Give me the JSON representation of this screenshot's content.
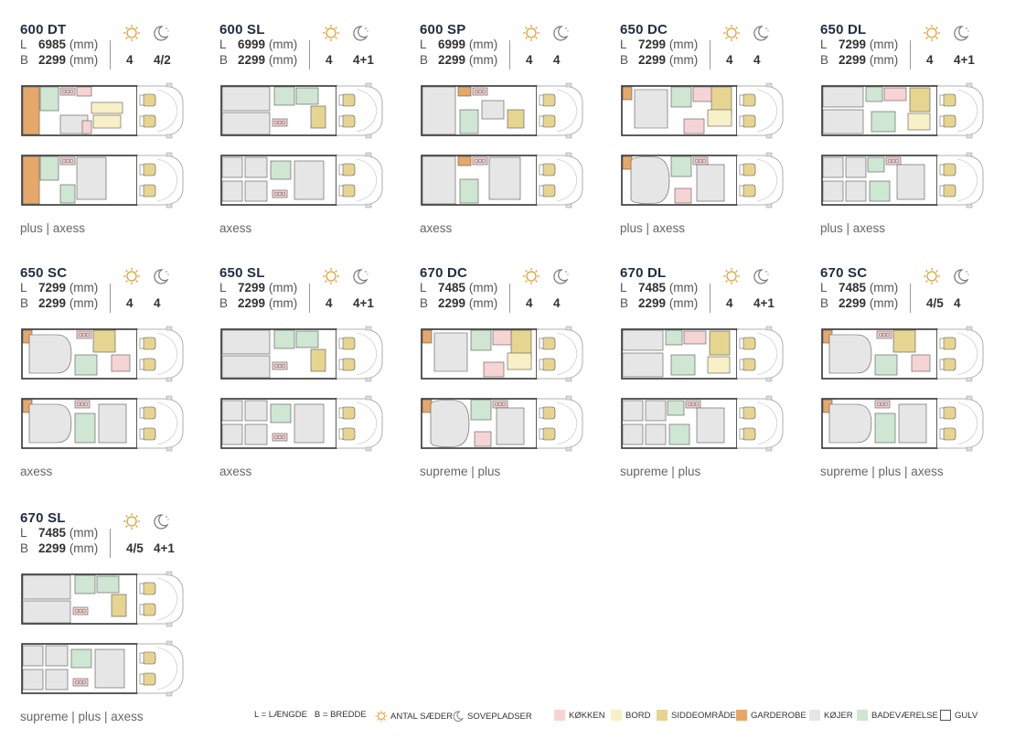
{
  "models": [
    {
      "name": "600 DT",
      "length": "6985",
      "width": "2299",
      "unit": "(mm)",
      "seats": "4",
      "beds": "4/2",
      "variants": "plus | axess",
      "layout": "dt"
    },
    {
      "name": "600 SL",
      "length": "6999",
      "width": "2299",
      "unit": "(mm)",
      "seats": "4",
      "beds": "4+1",
      "variants": "axess",
      "layout": "sl"
    },
    {
      "name": "600 SP",
      "length": "6999",
      "width": "2299",
      "unit": "(mm)",
      "seats": "4",
      "beds": "4",
      "variants": "axess",
      "layout": "sp"
    },
    {
      "name": "650 DC",
      "length": "7299",
      "width": "2299",
      "unit": "(mm)",
      "seats": "4",
      "beds": "4",
      "variants": "plus | axess",
      "layout": "dc"
    },
    {
      "name": "650 DL",
      "length": "7299",
      "width": "2299",
      "unit": "(mm)",
      "seats": "4",
      "beds": "4+1",
      "variants": "plus | axess",
      "layout": "dl"
    },
    {
      "name": "650 SC",
      "length": "7299",
      "width": "2299",
      "unit": "(mm)",
      "seats": "4",
      "beds": "4",
      "variants": "axess",
      "layout": "sc"
    },
    {
      "name": "650 SL",
      "length": "7299",
      "width": "2299",
      "unit": "(mm)",
      "seats": "4",
      "beds": "4+1",
      "variants": "axess",
      "layout": "sl"
    },
    {
      "name": "670 DC",
      "length": "7485",
      "width": "2299",
      "unit": "(mm)",
      "seats": "4",
      "beds": "4",
      "variants": "supreme | plus",
      "layout": "dc"
    },
    {
      "name": "670 DL",
      "length": "7485",
      "width": "2299",
      "unit": "(mm)",
      "seats": "4",
      "beds": "4+1",
      "variants": "supreme | plus",
      "layout": "dl"
    },
    {
      "name": "670 SC",
      "length": "7485",
      "width": "2299",
      "unit": "(mm)",
      "seats": "4/5",
      "beds": "4",
      "variants": "supreme | plus | axess",
      "layout": "sc"
    },
    {
      "name": "670 SL",
      "length": "7485",
      "width": "2299",
      "unit": "(mm)",
      "seats": "4/5",
      "beds": "4+1",
      "variants": "supreme | plus | axess",
      "layout": "sl"
    }
  ],
  "labels": {
    "length_key": "L",
    "width_key": "B"
  },
  "legend": {
    "lb": "L = LÆNGDE   B = BREDDE",
    "seats": "ANTAL SÆDER",
    "beds": "SOVEPLADSER",
    "items": [
      {
        "label": "KØKKEN",
        "color": "#f7d4d4"
      },
      {
        "label": "BORD",
        "color": "#f8f0c6"
      },
      {
        "label": "SIDDEOMRÅDE",
        "color": "#e6d491"
      },
      {
        "label": "GARDEROBE",
        "color": "#e6a86a"
      },
      {
        "label": "KØJER",
        "color": "#e6e6e6"
      },
      {
        "label": "BADEVÆRELSE",
        "color": "#cfe6d2"
      },
      {
        "label": "GULV",
        "color": "#ffffff"
      }
    ]
  },
  "colors": {
    "accent": "#1d2d44",
    "sun": "#e0a030",
    "moon": "#777777"
  }
}
